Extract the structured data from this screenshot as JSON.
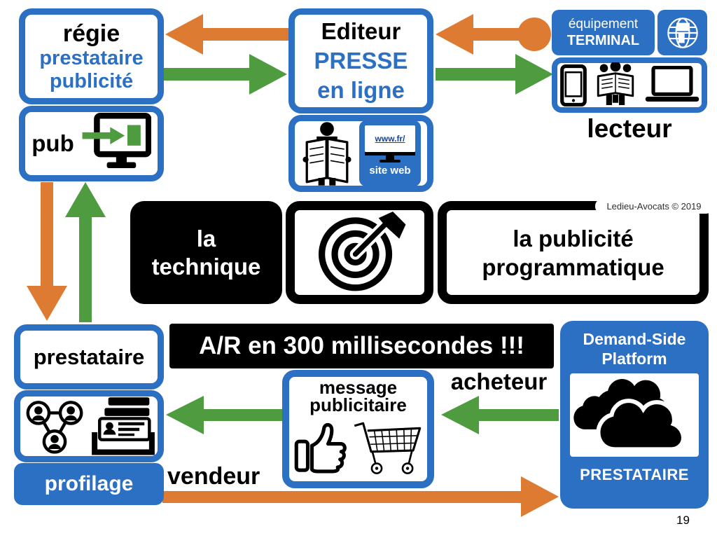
{
  "page": {
    "number": "19"
  },
  "copyright": "Ledieu-Avocats © 2019",
  "colors": {
    "blue": "#2C70C4",
    "orange": "#DC7B31",
    "green": "#4E9B40",
    "black": "#000000"
  },
  "nodes": {
    "regie": {
      "title": "régie",
      "subtitle1": "prestataire",
      "subtitle2": "publicité"
    },
    "pub": {
      "label": "pub"
    },
    "editeur": {
      "title": "Editeur",
      "subtitle1": "PRESSE",
      "subtitle2": "en ligne"
    },
    "site_web": {
      "url": "www.fr/",
      "label": "site web"
    },
    "equipement": {
      "line1": "équipement",
      "line2": "TERMINAL"
    },
    "lecteur": {
      "label": "lecteur"
    },
    "technique": {
      "line1": "la",
      "line2": "technique"
    },
    "programmatique": {
      "line1": "la publicité",
      "line2": "programmatique"
    },
    "prestataire": {
      "label": "prestataire"
    },
    "profilage": {
      "label": "profilage"
    },
    "ar": {
      "label": "A/R en 300 millisecondes !!!"
    },
    "message": {
      "line1": "message",
      "line2": "publicitaire"
    },
    "acheteur": {
      "label": "acheteur"
    },
    "vendeur": {
      "label": "vendeur"
    },
    "dsp": {
      "line1": "Demand-Side",
      "line2": "Platform",
      "footer": "PRESTATAIRE"
    }
  },
  "icons": {
    "pub": "monitor-ad-icon",
    "editeur": "newspaper-reader-icon",
    "site_web": "website-monitor-icon",
    "equipement": "globe-devices-icon",
    "devices": [
      "smartphone-icon",
      "readers-group-icon",
      "laptop-icon"
    ],
    "cible": "target-dart-icon",
    "profil": [
      "social-network-icon",
      "contact-cards-icon"
    ],
    "message": [
      "thumbs-up-icon",
      "shopping-cart-icon"
    ],
    "dsp": "clouds-icon"
  }
}
